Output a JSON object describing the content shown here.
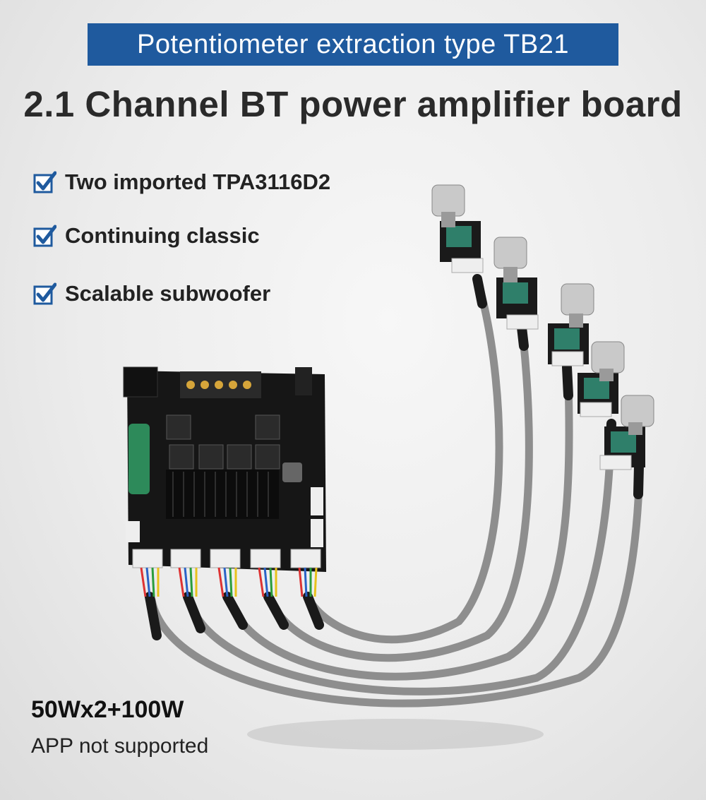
{
  "banner": {
    "title": "Potentiometer extraction type TB21"
  },
  "headline": "2.1 Channel BT power amplifier board",
  "features": [
    {
      "label": "Two imported TPA3116D2",
      "icon": "checkbox-checked-icon"
    },
    {
      "label": "Continuing classic",
      "icon": "checkbox-checked-icon"
    },
    {
      "label": "Scalable subwoofer",
      "icon": "checkbox-checked-icon"
    }
  ],
  "spec": "50Wx2+100W",
  "note": "APP not supported",
  "colors": {
    "banner": "#1f5a9e",
    "check": "#1f5a9e",
    "board": "#1a1a1a",
    "cable": "#8a8a8a"
  }
}
